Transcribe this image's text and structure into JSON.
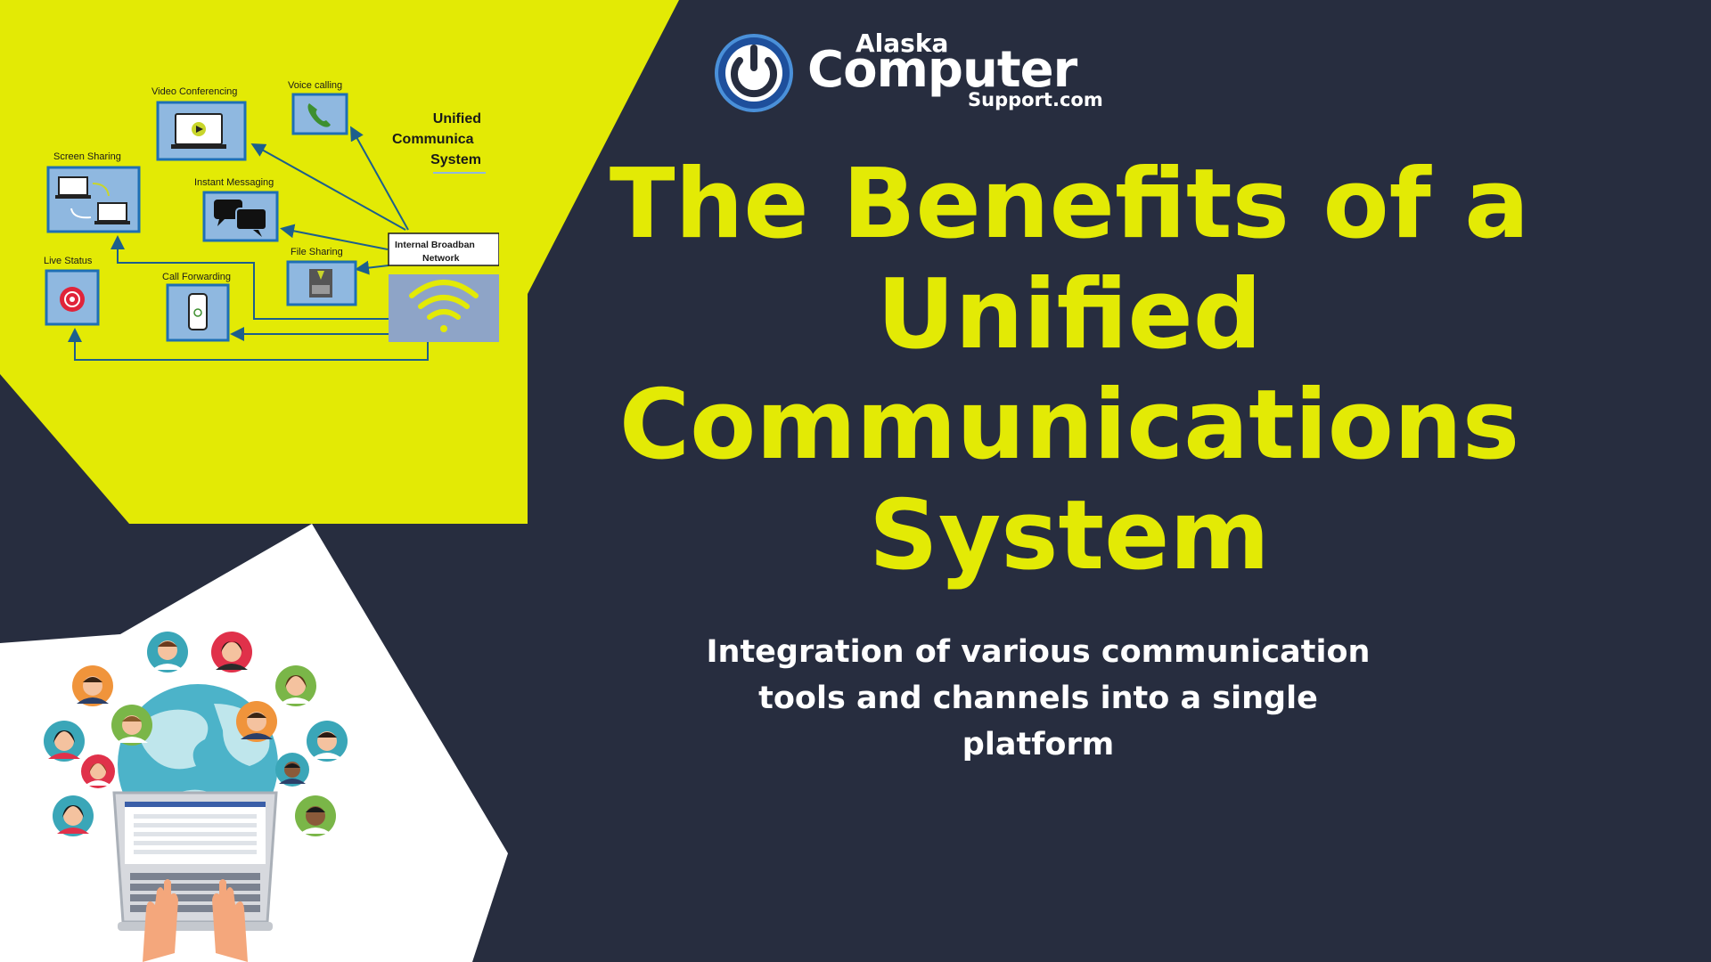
{
  "colors": {
    "background": "#272d3f",
    "accent_yellow": "#e3ea05",
    "white": "#ffffff",
    "box_blue": "#8fb8e0",
    "box_border": "#1e6fb5",
    "arrow": "#1d5f8c"
  },
  "logo": {
    "line1": "Alaska",
    "line2": "Computer",
    "line3": "Support.com",
    "icon": "power-icon"
  },
  "title": {
    "line1": "The Benefits of a",
    "line2": "Unified",
    "line3": "Communications",
    "line4": "System"
  },
  "subtitle": {
    "line1": "Integration of various communication",
    "line2": "tools and channels into a single",
    "line3": "platform"
  },
  "diagram": {
    "title_line1": "Unified",
    "title_line2": "Communica",
    "title_line3": "System",
    "labels": {
      "video": "Video Conferencing",
      "voice": "Voice calling",
      "screen": "Screen Sharing",
      "im": "Instant Messaging",
      "file": "File Sharing",
      "status": "Live Status",
      "forward": "Call Forwarding",
      "network_line1": "Internal Broadban",
      "network_line2": "Network"
    },
    "icons": [
      "video-icon",
      "phone-icon",
      "laptops-icon",
      "chat-icon",
      "file-icon",
      "status-icon",
      "smartphone-icon",
      "wifi-icon"
    ]
  },
  "illustration": {
    "icons": [
      "globe-icon",
      "laptop-icon",
      "avatar-icon",
      "hands-icon"
    ]
  }
}
